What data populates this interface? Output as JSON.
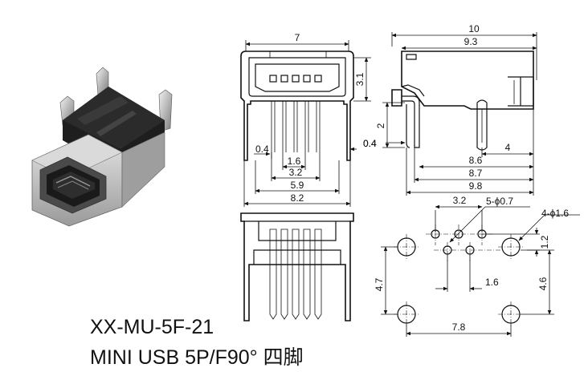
{
  "part": {
    "model": "XX-MU-5F-21",
    "description": "MINI USB 5P/F90° 四脚"
  },
  "front_view": {
    "dims": {
      "width_top": "7",
      "height": "3.1",
      "pin_width": "0.4",
      "pitch": "1.6",
      "span_3_2": "3.2",
      "span_5_9": "5.9",
      "overall_8_2": "8.2"
    }
  },
  "side_view": {
    "dims": {
      "overall_10": "10",
      "body_9_3": "9.3",
      "tail_2": "2",
      "tail_0_4": "0.4",
      "post_4": "4",
      "d_8_6": "8.6",
      "d_8_7": "8.7",
      "d_9_8": "9.8"
    }
  },
  "footprint": {
    "dims": {
      "pin_span": "3.2",
      "pin_holes": "5-ϕ0.7",
      "post_holes": "4-ϕ1.6",
      "row_offset": "1.2",
      "row_pitch": "1.6",
      "left_height": "4.7",
      "right_height": "4.6",
      "post_span": "7.8"
    }
  }
}
